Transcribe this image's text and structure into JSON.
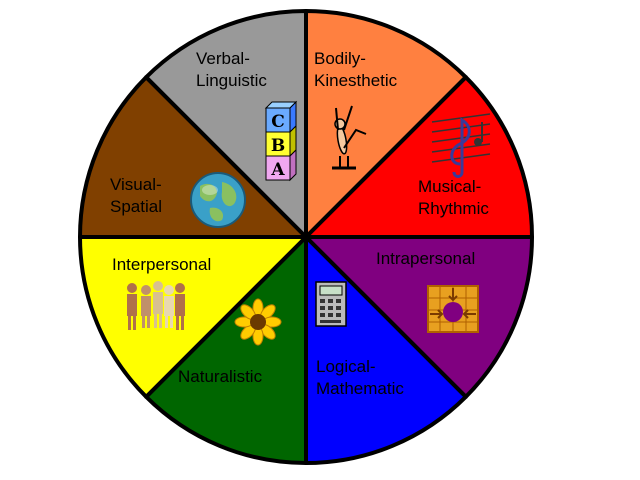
{
  "wheel": {
    "segments": [
      {
        "line1": "Bodily-",
        "line2": "Kinesthetic",
        "color": "#FF8040",
        "icon": "gymnast-icon"
      },
      {
        "line1": "Musical-",
        "line2": "Rhythmic",
        "color": "#FF0000",
        "icon": "music-staff-icon"
      },
      {
        "line1": "Intrapersonal",
        "line2": "",
        "color": "#800080",
        "icon": "self-reflection-icon"
      },
      {
        "line1": "Logical-",
        "line2": "Mathematic",
        "color": "#0000FF",
        "icon": "calculator-icon"
      },
      {
        "line1": "Naturalistic",
        "line2": "",
        "color": "#006600",
        "icon": "sunflower-icon"
      },
      {
        "line1": "Interpersonal",
        "line2": "",
        "color": "#FFFF00",
        "icon": "people-group-icon"
      },
      {
        "line1": "Visual-",
        "line2": "Spatial",
        "color": "#804000",
        "icon": "globe-icon"
      },
      {
        "line1": "Verbal-",
        "line2": "Linguistic",
        "color": "#999999",
        "icon": "abc-blocks-icon"
      }
    ],
    "abc_blocks": [
      "C",
      "B",
      "A"
    ]
  }
}
